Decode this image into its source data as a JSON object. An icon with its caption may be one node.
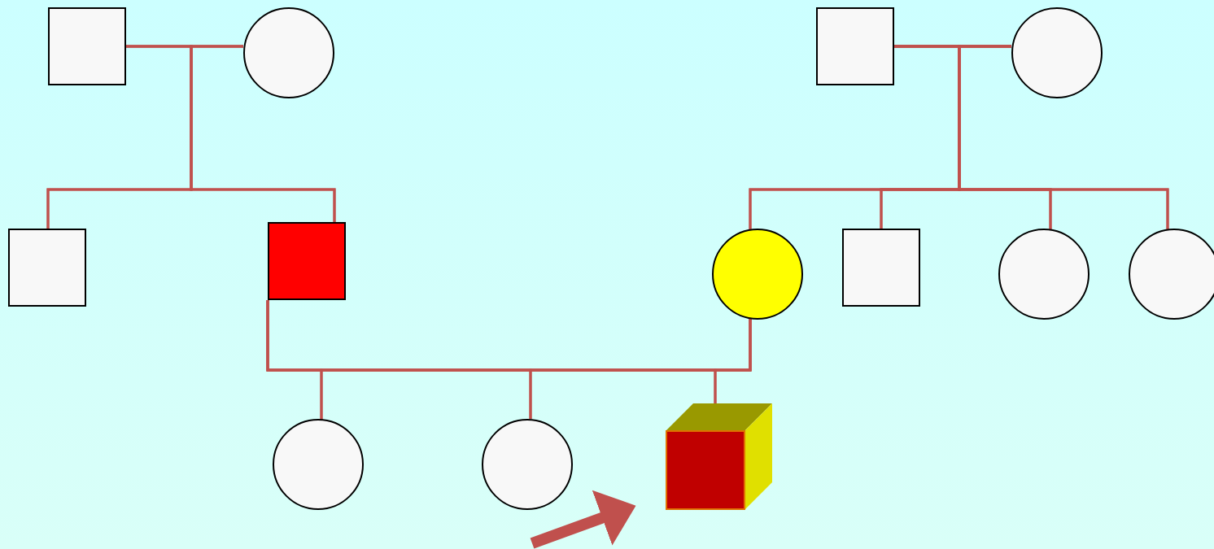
{
  "diagram": {
    "nodes": [
      {
        "text": [],
        "shape": "box"
      },
      {
        "text": [],
        "shape": "circle"
      },
      {
        "text": [],
        "shape": "box"
      },
      {
        "text": [],
        "shape": "circle"
      },
      {
        "text": [],
        "shape": "box"
      },
      {
        "text": [],
        "shape": "box"
      },
      {
        "text": [],
        "shape": "circle"
      },
      {
        "text": [],
        "shape": "box"
      },
      {
        "text": [],
        "shape": "circle"
      },
      {
        "text": [],
        "shape": "circle"
      },
      {
        "text": [],
        "shape": "circle"
      },
      {
        "text": [],
        "shape": "circle"
      },
      {
        "text": [],
        "shape": "cube"
      }
    ],
    "edges": [
      {
        "from": 0,
        "to": 1,
        "arrow": "none"
      },
      {
        "from": 0,
        "to": 4,
        "arrow": "none"
      },
      {
        "from": 0,
        "to": 5,
        "arrow": "none"
      },
      {
        "from": 1,
        "to": 4,
        "arrow": "none"
      },
      {
        "from": 1,
        "to": 5,
        "arrow": "none"
      },
      {
        "from": 2,
        "to": 3,
        "arrow": "none"
      },
      {
        "from": 2,
        "to": 6,
        "arrow": "none"
      },
      {
        "from": 2,
        "to": 7,
        "arrow": "none"
      },
      {
        "from": 2,
        "to": 8,
        "arrow": "none"
      },
      {
        "from": 2,
        "to": 9,
        "arrow": "none"
      },
      {
        "from": 3,
        "to": 6,
        "arrow": "none"
      },
      {
        "from": 3,
        "to": 7,
        "arrow": "none"
      },
      {
        "from": 3,
        "to": 8,
        "arrow": "none"
      },
      {
        "from": 3,
        "to": 9,
        "arrow": "none"
      },
      {
        "from": 5,
        "to": 6,
        "arrow": "none"
      },
      {
        "from": 5,
        "to": 10,
        "arrow": "none"
      },
      {
        "from": 5,
        "to": 11,
        "arrow": "none"
      },
      {
        "from": 5,
        "to": 12,
        "arrow": "none"
      },
      {
        "from": 6,
        "to": 10,
        "arrow": "none"
      },
      {
        "from": 6,
        "to": 11,
        "arrow": "none"
      },
      {
        "from": 6,
        "to": 12,
        "arrow": "none"
      },
      {
        "from": null,
        "to": 12,
        "arrow": "to",
        "style": "thick"
      }
    ]
  }
}
